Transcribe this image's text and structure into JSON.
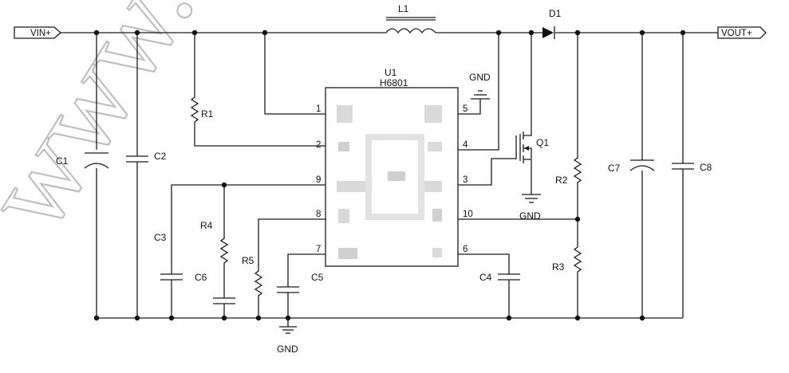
{
  "watermark": "www.hxc",
  "ports": {
    "vin": "VIN+",
    "vout": "VOUT+"
  },
  "ic": {
    "ref": "U1",
    "part": "H6801"
  },
  "pins": [
    "1",
    "2",
    "9",
    "8",
    "7",
    "5",
    "4",
    "3",
    "10",
    "6"
  ],
  "components": {
    "l1": "L1",
    "d1": "D1",
    "q1": "Q1",
    "r1": "R1",
    "r2": "R2",
    "r3": "R3",
    "r4": "R4",
    "r5": "R5",
    "c1": "C1",
    "c2": "C2",
    "c3": "C3",
    "c4": "C4",
    "c5": "C5",
    "c6": "C6",
    "c7": "C7",
    "c8": "C8"
  },
  "gnd_labels": [
    "GND",
    "GND",
    "GND"
  ]
}
